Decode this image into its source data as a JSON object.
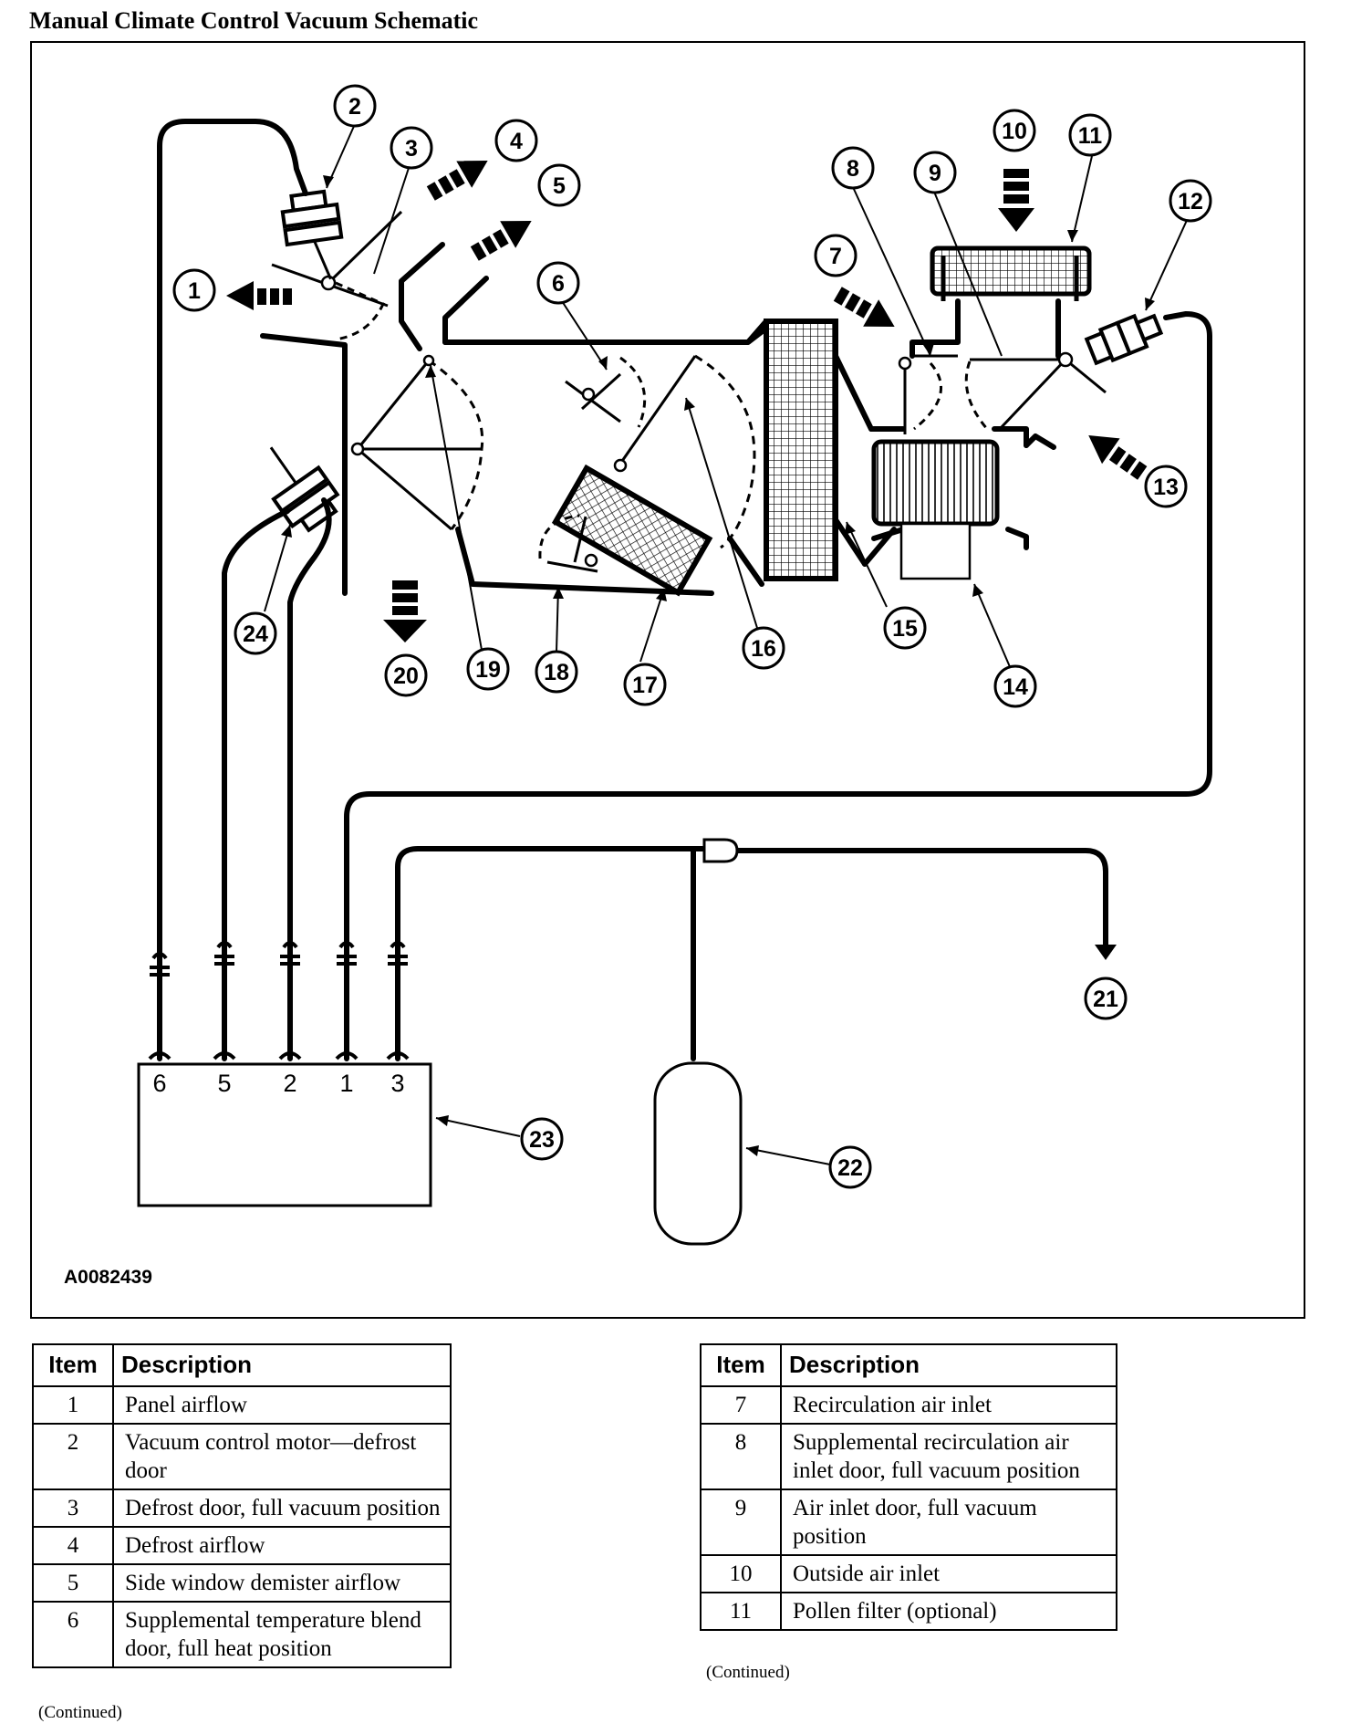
{
  "title": "Manual Climate Control Vacuum Schematic",
  "figure_id": "A0082439",
  "callouts": [
    "1",
    "2",
    "3",
    "4",
    "5",
    "6",
    "7",
    "8",
    "9",
    "10",
    "11",
    "12",
    "13",
    "14",
    "15",
    "16",
    "17",
    "18",
    "19",
    "20",
    "21",
    "22",
    "23",
    "24"
  ],
  "control_ports": [
    "6",
    "5",
    "2",
    "1",
    "3"
  ],
  "legend_header": {
    "item": "Item",
    "description": "Description"
  },
  "legend_left": [
    {
      "item": "1",
      "description": "Panel airflow"
    },
    {
      "item": "2",
      "description": "Vacuum control motor—defrost door"
    },
    {
      "item": "3",
      "description": "Defrost door, full vacuum position"
    },
    {
      "item": "4",
      "description": "Defrost airflow"
    },
    {
      "item": "5",
      "description": "Side window demister airflow"
    },
    {
      "item": "6",
      "description": "Supplemental temperature blend door, full heat position"
    }
  ],
  "legend_right": [
    {
      "item": "7",
      "description": "Recirculation air inlet"
    },
    {
      "item": "8",
      "description": "Supplemental recirculation air inlet door, full vacuum position"
    },
    {
      "item": "9",
      "description": "Air inlet door, full vacuum position"
    },
    {
      "item": "10",
      "description": "Outside air inlet"
    },
    {
      "item": "11",
      "description": "Pollen filter (optional)"
    }
  ],
  "continued_label": "(Continued)"
}
